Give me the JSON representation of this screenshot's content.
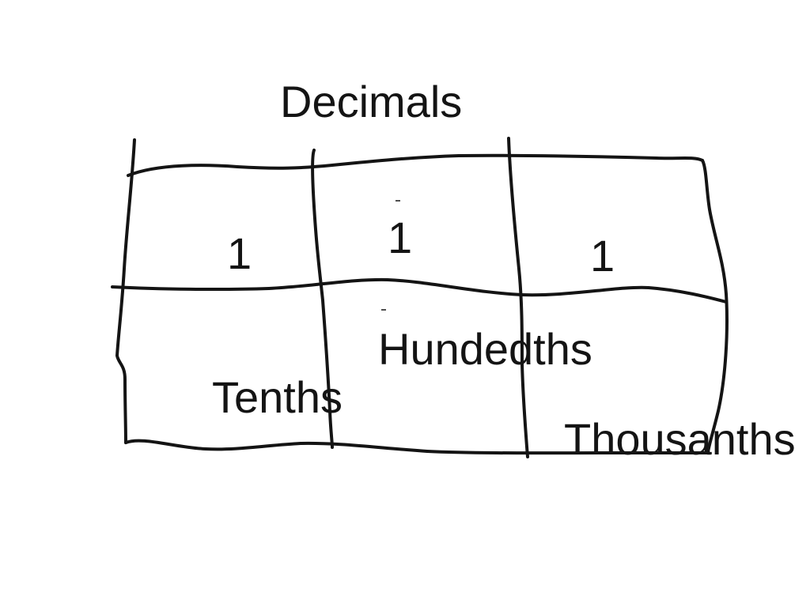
{
  "diagram": {
    "title": "Decimals",
    "cells": [
      {
        "digit": "1",
        "place": "Tenths"
      },
      {
        "digit": "1",
        "place": "Hundedths"
      },
      {
        "digit": "1",
        "place": "Thousanths"
      }
    ],
    "stroke_color": "#141414",
    "background_color": "#ffffff"
  }
}
